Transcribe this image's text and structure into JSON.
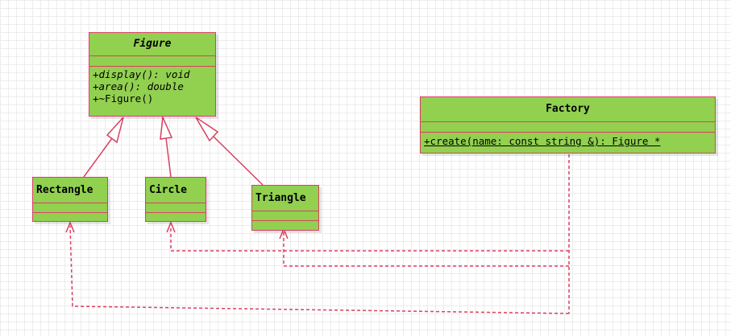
{
  "diagram": {
    "colors": {
      "fill": "#92d050",
      "border": "#d94060",
      "connector": "#d94060"
    },
    "classes": {
      "figure": {
        "name": "Figure",
        "operations": [
          "+display(): void",
          "+area(): double",
          "+~Figure()"
        ]
      },
      "rectangle": {
        "name": "Rectangle"
      },
      "circle": {
        "name": "Circle"
      },
      "triangle": {
        "name": "Triangle"
      },
      "factory": {
        "name": "Factory",
        "operations": [
          "+create(name: const string &): Figure *"
        ]
      }
    },
    "relations": [
      {
        "type": "generalization",
        "from": "Rectangle",
        "to": "Figure"
      },
      {
        "type": "generalization",
        "from": "Circle",
        "to": "Figure"
      },
      {
        "type": "generalization",
        "from": "Triangle",
        "to": "Figure"
      },
      {
        "type": "dependency",
        "from": "Factory",
        "to": "Rectangle"
      },
      {
        "type": "dependency",
        "from": "Factory",
        "to": "Circle"
      },
      {
        "type": "dependency",
        "from": "Factory",
        "to": "Triangle"
      }
    ]
  }
}
